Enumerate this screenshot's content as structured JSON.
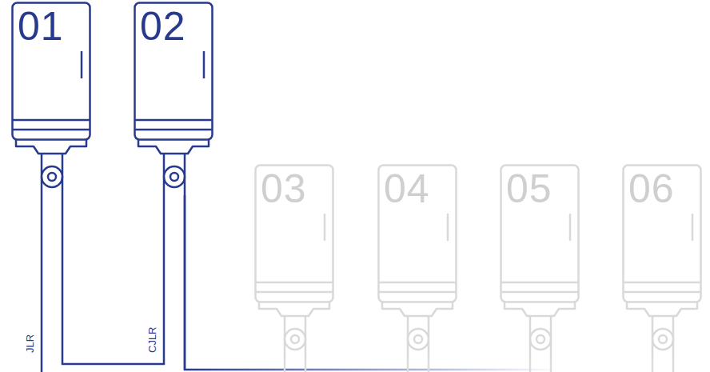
{
  "diagram": {
    "nodes": [
      {
        "text": [
          "01"
        ]
      },
      {
        "text": [
          "02"
        ]
      },
      {
        "text": [
          "03"
        ]
      },
      {
        "text": [
          "04"
        ]
      },
      {
        "text": [
          "05"
        ]
      },
      {
        "text": [
          "06"
        ]
      }
    ],
    "edges": [
      {
        "from": 0,
        "to": 1,
        "arrow": "none"
      }
    ],
    "labels": [
      "JLR",
      "CJLR"
    ]
  }
}
